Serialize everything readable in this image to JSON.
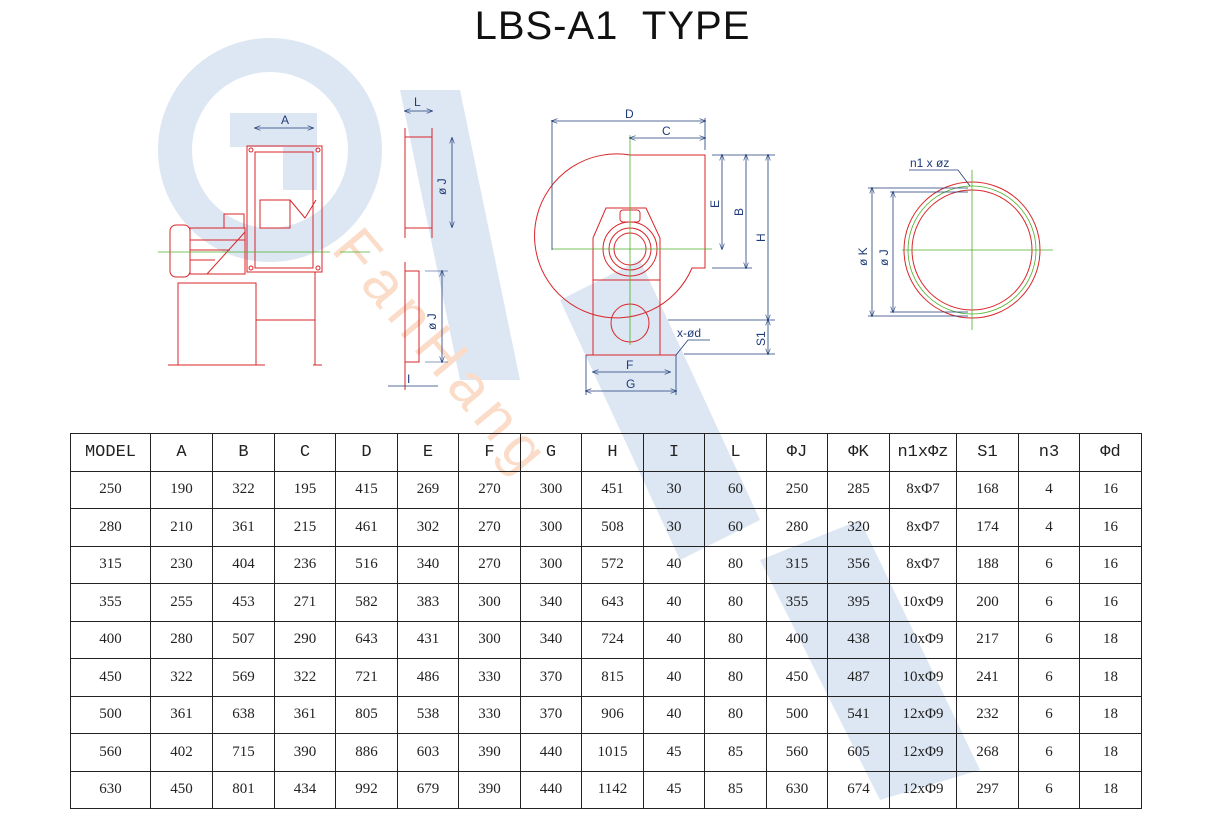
{
  "title": "LBS-A1  TYPE",
  "colors": {
    "outline": "#d9262a",
    "centerline": "#4caf28",
    "dimension": "#1f3c7a",
    "watermark_blue": "#dbe6f3",
    "watermark_orange": "#fbd9c4",
    "table_border": "#222222"
  },
  "watermark": {
    "text": "FanHang"
  },
  "drawings": {
    "side_view": {
      "labels": {
        "a": "A"
      }
    },
    "inlet_flange": {
      "labels": {
        "l": "L",
        "j": "ø J"
      }
    },
    "outlet_flange": {
      "labels": {
        "i": "I",
        "j": "ø J"
      }
    },
    "front_view": {
      "labels": {
        "d": "D",
        "c": "C",
        "e": "E",
        "b": "B",
        "h": "H",
        "s1": "S1",
        "f": "F",
        "g": "G",
        "xd": "x-ød"
      }
    },
    "flange_circle": {
      "labels": {
        "n1z": "n1 x øz",
        "k": "ø K",
        "j": "ø J"
      }
    }
  },
  "table": {
    "columns": [
      "MODEL",
      "A",
      "B",
      "C",
      "D",
      "E",
      "F",
      "G",
      "H",
      "I",
      "L",
      "ΦJ",
      "ΦK",
      "n1xΦz",
      "S1",
      "n3",
      "Φd"
    ],
    "rows": [
      [
        "250",
        "190",
        "322",
        "195",
        "415",
        "269",
        "270",
        "300",
        "451",
        "30",
        "60",
        "250",
        "285",
        "8xΦ7",
        "168",
        "4",
        "16"
      ],
      [
        "280",
        "210",
        "361",
        "215",
        "461",
        "302",
        "270",
        "300",
        "508",
        "30",
        "60",
        "280",
        "320",
        "8xΦ7",
        "174",
        "4",
        "16"
      ],
      [
        "315",
        "230",
        "404",
        "236",
        "516",
        "340",
        "270",
        "300",
        "572",
        "40",
        "80",
        "315",
        "356",
        "8xΦ7",
        "188",
        "6",
        "16"
      ],
      [
        "355",
        "255",
        "453",
        "271",
        "582",
        "383",
        "300",
        "340",
        "643",
        "40",
        "80",
        "355",
        "395",
        "10xΦ9",
        "200",
        "6",
        "16"
      ],
      [
        "400",
        "280",
        "507",
        "290",
        "643",
        "431",
        "300",
        "340",
        "724",
        "40",
        "80",
        "400",
        "438",
        "10xΦ9",
        "217",
        "6",
        "18"
      ],
      [
        "450",
        "322",
        "569",
        "322",
        "721",
        "486",
        "330",
        "370",
        "815",
        "40",
        "80",
        "450",
        "487",
        "10xΦ9",
        "241",
        "6",
        "18"
      ],
      [
        "500",
        "361",
        "638",
        "361",
        "805",
        "538",
        "330",
        "370",
        "906",
        "40",
        "80",
        "500",
        "541",
        "12xΦ9",
        "232",
        "6",
        "18"
      ],
      [
        "560",
        "402",
        "715",
        "390",
        "886",
        "603",
        "390",
        "440",
        "1015",
        "45",
        "85",
        "560",
        "605",
        "12xΦ9",
        "268",
        "6",
        "18"
      ],
      [
        "630",
        "450",
        "801",
        "434",
        "992",
        "679",
        "390",
        "440",
        "1142",
        "45",
        "85",
        "630",
        "674",
        "12xΦ9",
        "297",
        "6",
        "18"
      ]
    ]
  }
}
